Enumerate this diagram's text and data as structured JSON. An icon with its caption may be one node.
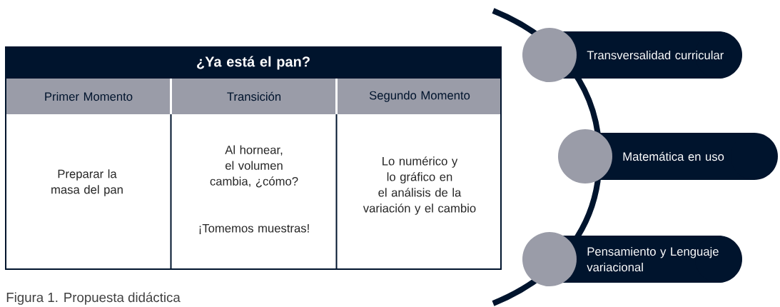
{
  "diagram": {
    "caption": "Figura 1. Propuesta didáctica",
    "nodes": [
      {
        "text": [
          "Transversalidad curricular"
        ]
      },
      {
        "text": [
          "Matemática en uso"
        ]
      },
      {
        "text": [
          "Pensamiento y Lenguaje variacional"
        ]
      }
    ],
    "labels": [
      "¿Ya está el pan?",
      "Primer Momento",
      "Transición",
      "Segundo Momento",
      "Preparar la masa del pan",
      "Al hornear, el volumen cambia, ¿cómo?",
      "¡Tomemos muestras!",
      "Lo numérico y lo gráfico en el análisis de la variación y el cambio"
    ]
  }
}
